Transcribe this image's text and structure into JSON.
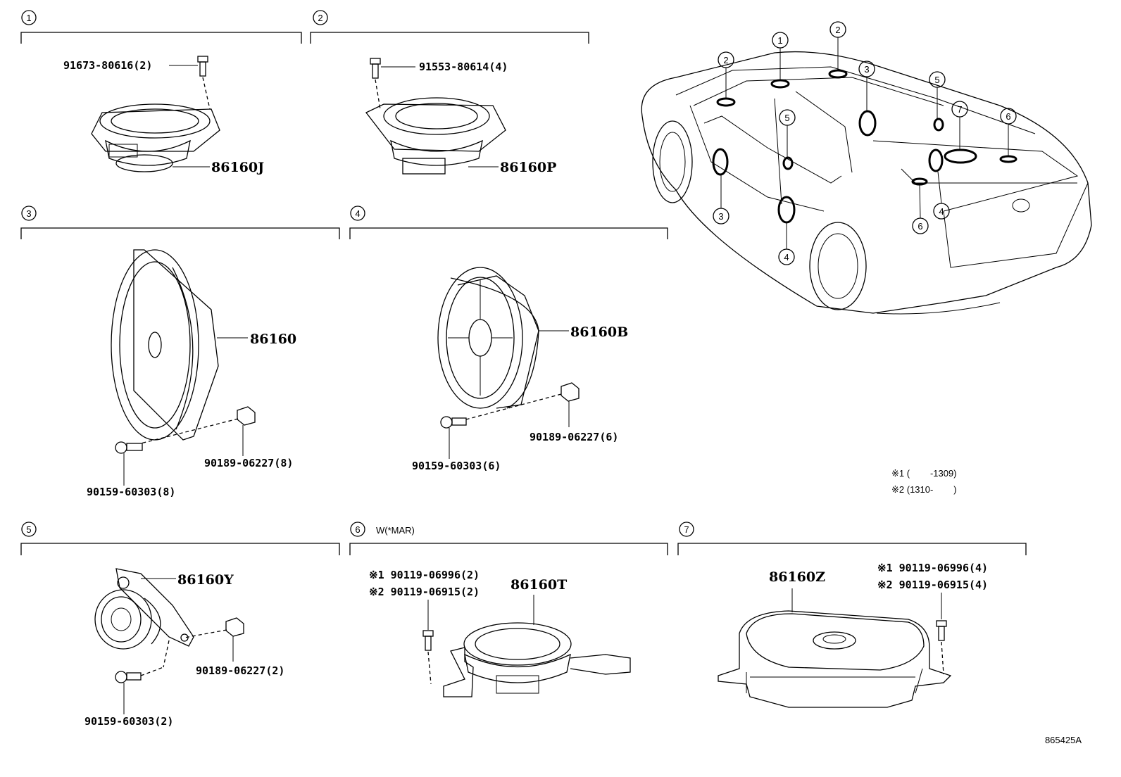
{
  "sections": [
    {
      "num": "1",
      "parts": {
        "bolt": "91673-80616(2)",
        "main": "86160J"
      }
    },
    {
      "num": "2",
      "parts": {
        "bolt": "91553-80614(4)",
        "main": "86160P"
      }
    },
    {
      "num": "3",
      "parts": {
        "main": "86160",
        "nut": "90189-06227(8)",
        "screw": "90159-60303(8)"
      }
    },
    {
      "num": "4",
      "parts": {
        "main": "86160B",
        "nut": "90189-06227(6)",
        "screw": "90159-60303(6)"
      }
    },
    {
      "num": "5",
      "parts": {
        "main": "86160Y",
        "nut": "90189-06227(2)",
        "screw": "90159-60303(2)"
      }
    },
    {
      "num": "6",
      "condition": "W(*MAR)",
      "parts": {
        "main": "86160T",
        "bolt1": "※1 90119-06996(2)",
        "bolt2": "※2 90119-06915(2)"
      }
    },
    {
      "num": "7",
      "parts": {
        "main": "86160Z",
        "bolt1": "※1 90119-06996(4)",
        "bolt2": "※2 90119-06915(4)"
      }
    }
  ],
  "notes": {
    "note1": "※1 (        -1309)",
    "note2": "※2 (1310-        )"
  },
  "car_callouts": [
    "2",
    "1",
    "2",
    "3",
    "5",
    "5",
    "7",
    "6",
    "3",
    "4",
    "6",
    "4"
  ],
  "diagram_id": "865425A"
}
